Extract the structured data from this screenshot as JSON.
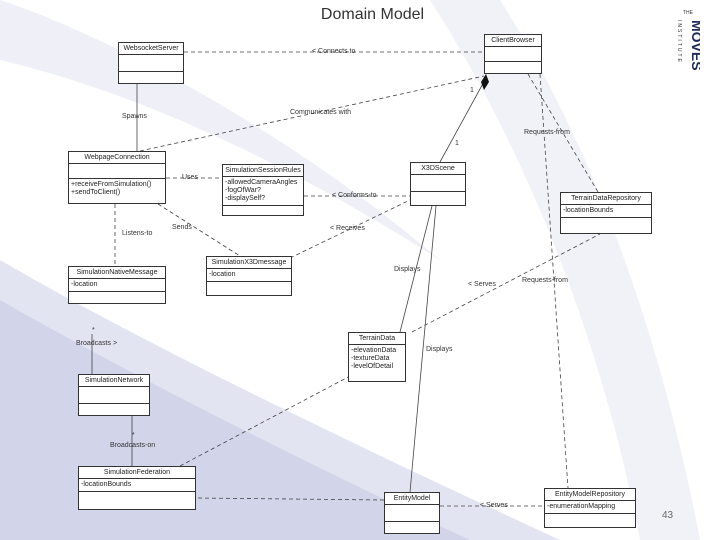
{
  "slide": {
    "title": "Domain Model",
    "page_number": "43"
  },
  "logo": {
    "small_text": "THE",
    "brand": "MOVES",
    "sub_text": "INSTITUTE"
  },
  "classes": {
    "websocket_server": {
      "name": "WebsocketServer",
      "attrs": []
    },
    "client_browser": {
      "name": "ClientBrowser",
      "attrs": []
    },
    "webpage_connection": {
      "name": "WebpageConnection",
      "ops": [
        "+receiveFromSimulation()",
        "+sendToClient()"
      ]
    },
    "simulation_session_rules": {
      "name": "SimulationSessionRules",
      "attrs": [
        "-allowedCameraAngles",
        "-fogOfWar?",
        "-displaySelf?"
      ]
    },
    "x3d_scene": {
      "name": "X3DScene",
      "attrs": []
    },
    "terrain_data_repository": {
      "name": "TerrainDataRepository",
      "attrs": [
        "-locationBounds"
      ]
    },
    "simulation_native_message": {
      "name": "SimulationNativeMessage",
      "attrs": [
        "-location"
      ]
    },
    "simulation_x3d_message": {
      "name": "SimulationX3Dmessage",
      "attrs": [
        "-location"
      ]
    },
    "terrain_data": {
      "name": "TerrainData",
      "attrs": [
        "-elevationData",
        "-textureData",
        "-levelOfDetail"
      ]
    },
    "simulation_network": {
      "name": "SimulationNetwork",
      "attrs": []
    },
    "simulation_federation": {
      "name": "SimulationFederation",
      "attrs": [
        "-locationBounds"
      ]
    },
    "entity_model": {
      "name": "EntityModel",
      "attrs": []
    },
    "entity_model_repository": {
      "name": "EntityModelRepository",
      "attrs": [
        "-enumerationMapping"
      ]
    }
  },
  "relations": {
    "connects_to": "< Connects to",
    "communicates_with": "Communicates with",
    "spawns": "Spawns",
    "requests_from_1": "Requests-from",
    "uses": "Uses",
    "conforms_to": "< Conforms-to",
    "listens_to": "Listens-to",
    "sends": "Sends",
    "receives": "< Receives",
    "displays_1": "Displays",
    "serves_1": "< Serves",
    "requests_from_2": "Requests-from",
    "broadcasts": "Broadcasts >",
    "displays_2": "Displays",
    "broadcasts_on": "Broadcasts-on",
    "serves_2": "< Serves",
    "mult_1a": "1",
    "mult_1b": "1",
    "mult_star_1": "*",
    "mult_star_2": "*"
  }
}
